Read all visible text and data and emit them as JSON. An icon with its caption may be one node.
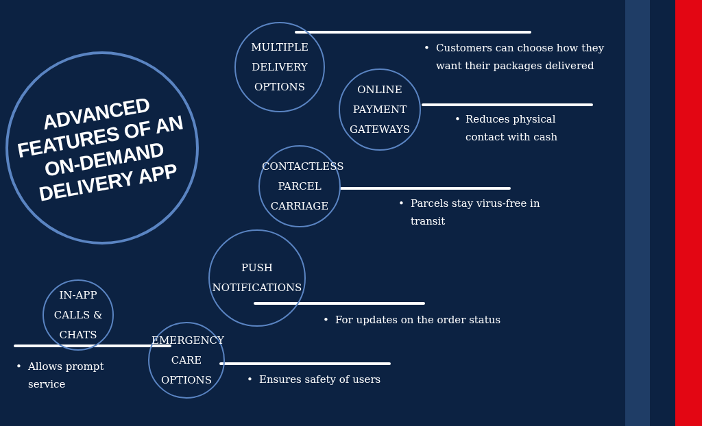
{
  "diagram": {
    "nodes": [
      {
        "text": [
          "ADVANCED FEATURES OF AN ON-DEMAND DELIVERY APP"
        ]
      },
      {
        "text": [
          "MULTIPLE DELIVERY OPTIONS"
        ]
      },
      {
        "text": [
          "ONLINE PAYMENT GATEWAYS"
        ]
      },
      {
        "text": [
          "CONTACTLESS PARCEL CARRIAGE"
        ]
      },
      {
        "text": [
          "PUSH NOTIFICATIONS"
        ]
      },
      {
        "text": [
          "IN-APP CALLS & CHATS"
        ]
      },
      {
        "text": [
          "EMERGENCY CARE OPTIONS"
        ]
      }
    ],
    "labels": [
      "•",
      "Customers can choose how they want their packages delivered",
      "•",
      "Reduces physical contact with cash",
      "•",
      "Parcels stay virus-free in transit",
      "•",
      "For updates on the order status",
      "•",
      "Allows prompt service",
      "•",
      "Ensures safety of users"
    ]
  }
}
